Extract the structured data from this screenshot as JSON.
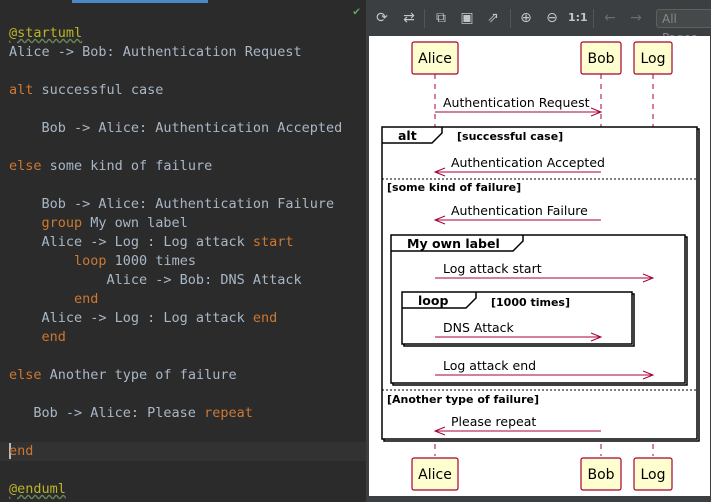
{
  "editor": {
    "lines": [
      [
        {
          "t": "@startuml",
          "c": "ann"
        }
      ],
      [
        {
          "t": "Alice -> Bob: Authentication Request"
        }
      ],
      [],
      [
        {
          "t": "alt",
          "c": "kw"
        },
        {
          "t": " successful case"
        }
      ],
      [],
      [
        {
          "t": "    Bob -> Alice: Authentication Accepted"
        }
      ],
      [],
      [
        {
          "t": "else",
          "c": "kw"
        },
        {
          "t": " some kind of failure"
        }
      ],
      [],
      [
        {
          "t": "    Bob -> Alice: Authentication Failure"
        }
      ],
      [
        {
          "t": "    "
        },
        {
          "t": "group",
          "c": "kw"
        },
        {
          "t": " My own label"
        }
      ],
      [
        {
          "t": "    Alice -> Log : Log attack "
        },
        {
          "t": "start",
          "c": "kw"
        }
      ],
      [
        {
          "t": "        "
        },
        {
          "t": "loop",
          "c": "kw"
        },
        {
          "t": " 1000 times"
        }
      ],
      [
        {
          "t": "            Alice -> Bob: DNS Attack"
        }
      ],
      [
        {
          "t": "        "
        },
        {
          "t": "end",
          "c": "kw"
        }
      ],
      [
        {
          "t": "    Alice -> Log : Log attack "
        },
        {
          "t": "end",
          "c": "kw"
        }
      ],
      [
        {
          "t": "    "
        },
        {
          "t": "end",
          "c": "kw"
        }
      ],
      [],
      [
        {
          "t": "else",
          "c": "kw"
        },
        {
          "t": " Another type of failure"
        }
      ],
      [],
      [
        {
          "t": "   Bob -> Alice: Please "
        },
        {
          "t": "repeat",
          "c": "kw"
        }
      ],
      [],
      [
        {
          "t": "end",
          "c": "kw"
        }
      ],
      [],
      [
        {
          "t": "@enduml",
          "c": "ann"
        }
      ]
    ],
    "status_check": "✔"
  },
  "toolbar": {
    "page_selector_placeholder": "All Pages",
    "zoom_actual_label": "1:1",
    "icons": [
      "refresh-icon",
      "sync-icon",
      "copy-icon",
      "save-icon",
      "open-external-icon",
      "zoom-in-icon",
      "zoom-out-icon",
      "actual-size-icon",
      "prev-page-icon",
      "next-page-icon"
    ]
  },
  "diagram": {
    "participants": [
      "Alice",
      "Bob",
      "Log"
    ],
    "messages": [
      {
        "from": "Alice",
        "to": "Bob",
        "label": "Authentication Request"
      },
      {
        "from": "Bob",
        "to": "Alice",
        "label": "Authentication Accepted"
      },
      {
        "from": "Bob",
        "to": "Alice",
        "label": "Authentication Failure"
      },
      {
        "from": "Alice",
        "to": "Log",
        "label": "Log attack start"
      },
      {
        "from": "Alice",
        "to": "Bob",
        "label": "DNS Attack"
      },
      {
        "from": "Alice",
        "to": "Log",
        "label": "Log attack end"
      },
      {
        "from": "Bob",
        "to": "Alice",
        "label": "Please repeat"
      }
    ],
    "alt_label": "alt",
    "alt_condition": "[successful case]",
    "else1_condition": "[some kind of failure]",
    "group_label": "My own label",
    "loop_label": "loop",
    "loop_condition": "[1000 times]",
    "else2_condition": "[Another type of failure]",
    "colors": {
      "lifeline": "#a80036",
      "box_fill": "#fefece",
      "box_border": "#a80036",
      "frame": "#000000"
    }
  }
}
